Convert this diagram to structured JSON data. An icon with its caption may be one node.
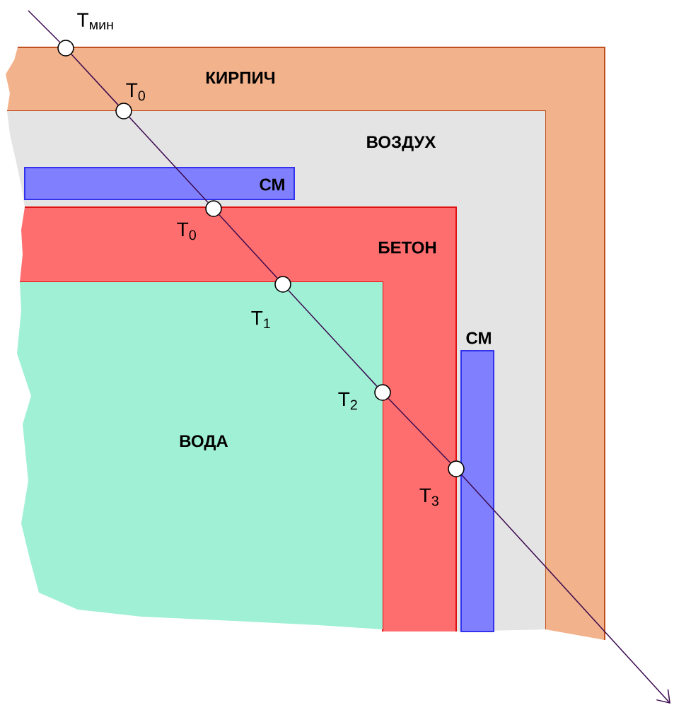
{
  "diagram": {
    "nodes": [
      {
        "text": [],
        "shape": "circle",
        "beside": [
          "T$_{мин}$"
        ]
      },
      {
        "text": [],
        "shape": "circle",
        "beside": [
          "T$_{0}$"
        ]
      },
      {
        "text": [],
        "shape": "circle",
        "beside": [
          "T$_{0}$"
        ]
      },
      {
        "text": [],
        "shape": "circle",
        "beside": [
          "T$_{1}$"
        ]
      },
      {
        "text": [],
        "shape": "circle",
        "beside": [
          "T$_{2}$"
        ]
      },
      {
        "text": [],
        "shape": "circle",
        "beside": [
          "T$_{3}$"
        ]
      }
    ],
    "edges": [
      {
        "from": null,
        "to": 0,
        "arrow": "none"
      },
      {
        "from": 0,
        "to": 1,
        "arrow": "none"
      },
      {
        "from": 1,
        "to": 2,
        "arrow": "none"
      },
      {
        "from": 2,
        "to": 3,
        "arrow": "none"
      },
      {
        "from": 3,
        "to": 4,
        "arrow": "none"
      },
      {
        "from": 4,
        "to": 5,
        "arrow": "none"
      },
      {
        "from": 5,
        "to": null,
        "arrow": "to"
      }
    ],
    "labels": [
      "КИРПИЧ",
      "ВОЗДУХ",
      "СМ",
      "БЕТОН",
      "СМ",
      "ВОДА"
    ]
  }
}
